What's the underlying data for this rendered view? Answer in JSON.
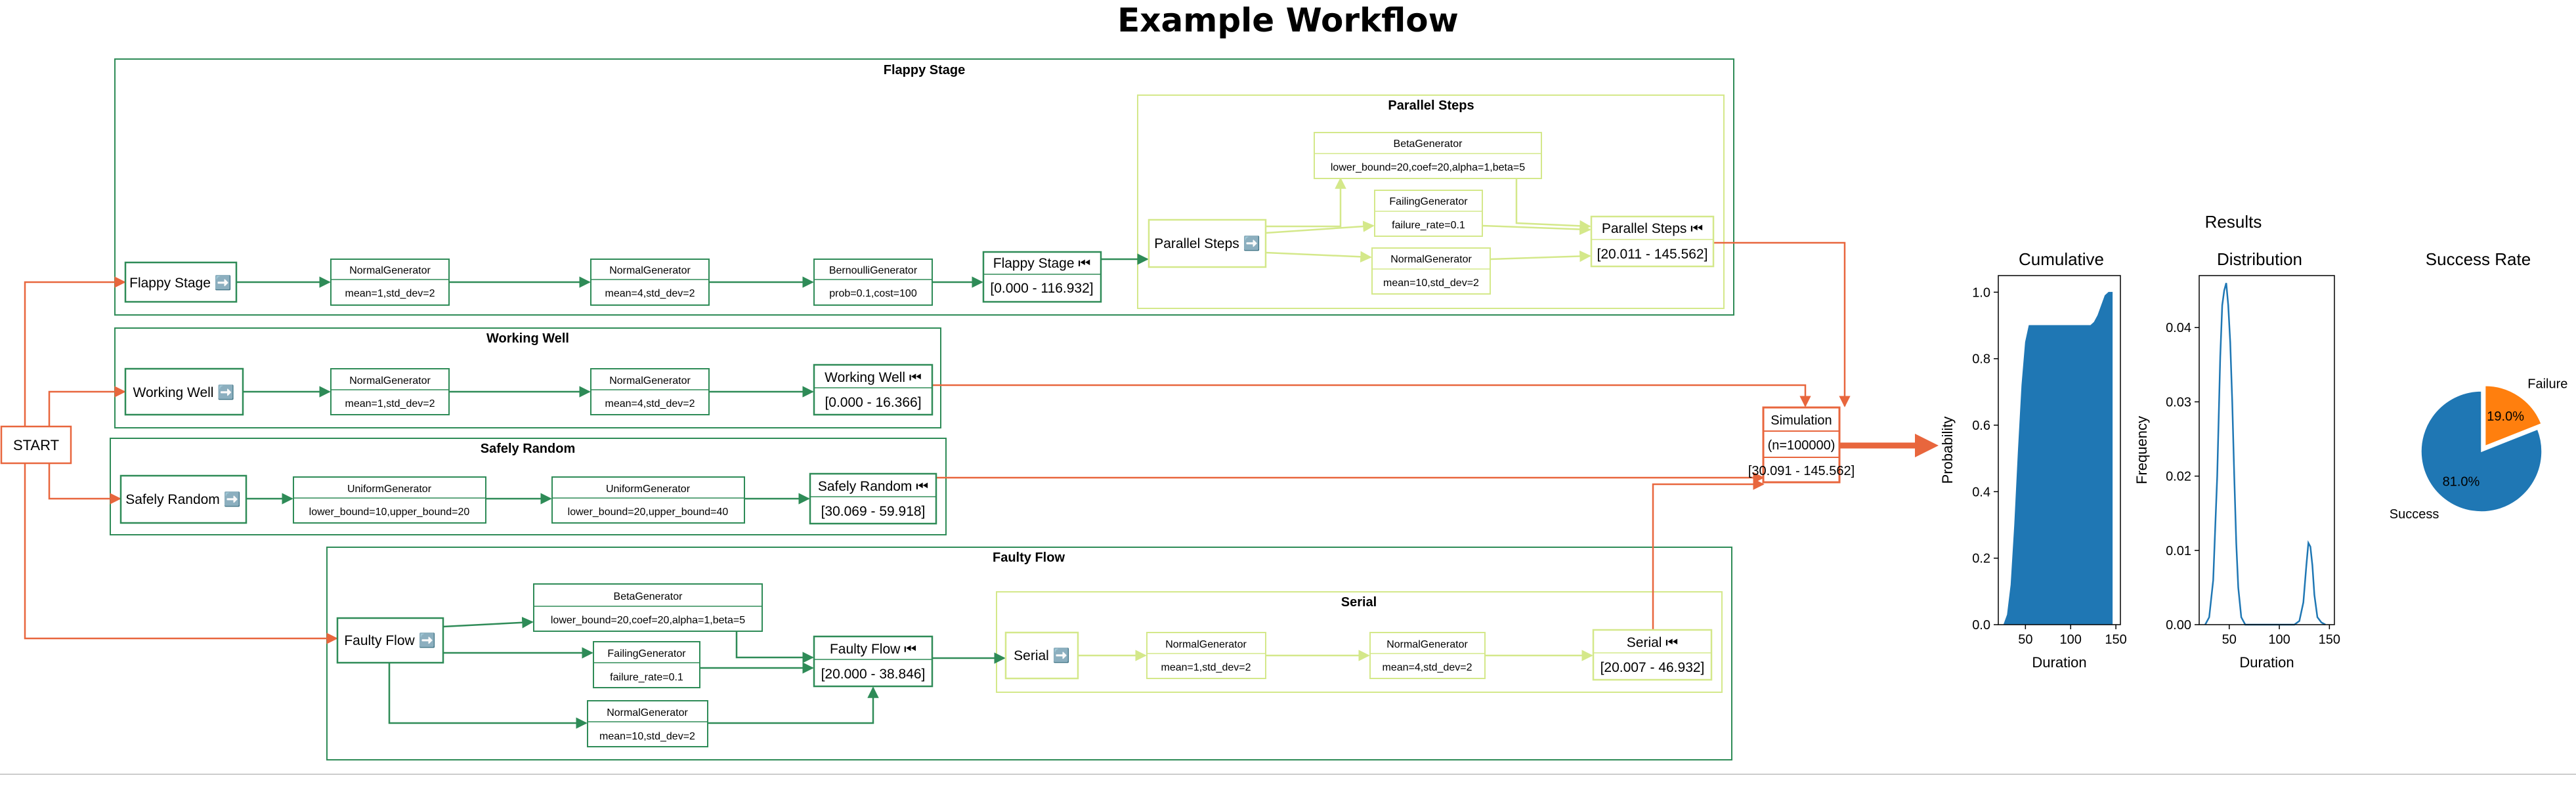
{
  "title": "Example Workflow",
  "start_label": "START",
  "colors": {
    "green": "#2e8b57",
    "light": "#d4e88a",
    "orange": "#e8663d",
    "blue": "#1f77b4",
    "failure": "#ff7f0e"
  },
  "groups": {
    "flappy": "Flappy Stage",
    "parallel": "Parallel Steps",
    "working": "Working Well",
    "safely": "Safely Random",
    "faulty": "Faulty Flow",
    "serial": "Serial"
  },
  "nodes": {
    "flappy_start": "Flappy Stage ➡️",
    "flappy_g1_name": "NormalGenerator",
    "flappy_g1_params": "mean=1,std_dev=2",
    "flappy_g2_name": "NormalGenerator",
    "flappy_g2_params": "mean=4,std_dev=2",
    "flappy_g3_name": "BernoulliGenerator",
    "flappy_g3_params": "prob=0.1,cost=100",
    "flappy_end": "Flappy Stage ⏮",
    "flappy_range": "[0.000 - 116.932]",
    "parallel_start": "Parallel Steps ➡️",
    "parallel_beta_name": "BetaGenerator",
    "parallel_beta_params": "lower_bound=20,coef=20,alpha=1,beta=5",
    "parallel_fail_name": "FailingGenerator",
    "parallel_fail_params": "failure_rate=0.1",
    "parallel_norm_name": "NormalGenerator",
    "parallel_norm_params": "mean=10,std_dev=2",
    "parallel_end": "Parallel Steps ⏮",
    "parallel_range": "[20.011 - 145.562]",
    "working_start": "Working Well ➡️",
    "working_g1_name": "NormalGenerator",
    "working_g1_params": "mean=1,std_dev=2",
    "working_g2_name": "NormalGenerator",
    "working_g2_params": "mean=4,std_dev=2",
    "working_end": "Working Well ⏮",
    "working_range": "[0.000 - 16.366]",
    "safely_start": "Safely Random ➡️",
    "safely_g1_name": "UniformGenerator",
    "safely_g1_params": "lower_bound=10,upper_bound=20",
    "safely_g2_name": "UniformGenerator",
    "safely_g2_params": "lower_bound=20,upper_bound=40",
    "safely_end": "Safely Random ⏮",
    "safely_range": "[30.069 - 59.918]",
    "faulty_start": "Faulty Flow ➡️",
    "faulty_beta_name": "BetaGenerator",
    "faulty_beta_params": "lower_bound=20,coef=20,alpha=1,beta=5",
    "faulty_fail_name": "FailingGenerator",
    "faulty_fail_params": "failure_rate=0.1",
    "faulty_norm_name": "NormalGenerator",
    "faulty_norm_params": "mean=10,std_dev=2",
    "faulty_end": "Faulty Flow ⏮",
    "faulty_range": "[20.000 - 38.846]",
    "serial_start": "Serial ➡️",
    "serial_g1_name": "NormalGenerator",
    "serial_g1_params": "mean=1,std_dev=2",
    "serial_g2_name": "NormalGenerator",
    "serial_g2_params": "mean=4,std_dev=2",
    "serial_end": "Serial ⏮",
    "serial_range": "[20.007 - 46.932]",
    "sim_title": "Simulation",
    "sim_n": "(n=100000)",
    "sim_range": "[30.091 - 145.562]"
  },
  "results": {
    "title": "Results",
    "cumulative_title": "Cumulative",
    "distribution_title": "Distribution",
    "success_title": "Success Rate"
  },
  "chart_data": [
    {
      "type": "area",
      "title": "Cumulative",
      "xlabel": "Duration",
      "ylabel": "Probability",
      "xlim": [
        20,
        155
      ],
      "ylim": [
        0,
        1.05
      ],
      "xticks": [
        50,
        100,
        150
      ],
      "yticks": [
        0.0,
        0.2,
        0.4,
        0.6,
        0.8,
        1.0
      ],
      "x": [
        26,
        30,
        34,
        38,
        42,
        46,
        50,
        54,
        56,
        60,
        80,
        100,
        110,
        118,
        122,
        126,
        130,
        134,
        138,
        142,
        146
      ],
      "y": [
        0.0,
        0.03,
        0.12,
        0.3,
        0.52,
        0.72,
        0.85,
        0.9,
        0.9,
        0.9,
        0.9,
        0.9,
        0.9,
        0.9,
        0.9,
        0.91,
        0.93,
        0.96,
        0.99,
        1.0,
        1.0
      ]
    },
    {
      "type": "line",
      "title": "Distribution",
      "xlabel": "Duration",
      "ylabel": "Frequency",
      "xlim": [
        20,
        155
      ],
      "ylim": [
        0,
        0.047
      ],
      "xticks": [
        50,
        100,
        150
      ],
      "yticks": [
        0.0,
        0.01,
        0.02,
        0.03,
        0.04
      ],
      "x": [
        26,
        30,
        34,
        38,
        41,
        43,
        45,
        47,
        49,
        51,
        53,
        55,
        57,
        59,
        62,
        66,
        70,
        115,
        120,
        124,
        127,
        129,
        131,
        133,
        135,
        138,
        142,
        146
      ],
      "y": [
        0.0,
        0.001,
        0.006,
        0.02,
        0.036,
        0.043,
        0.045,
        0.046,
        0.043,
        0.038,
        0.03,
        0.02,
        0.011,
        0.005,
        0.001,
        0.0,
        0.0,
        0.0,
        0.0005,
        0.003,
        0.008,
        0.011,
        0.0105,
        0.008,
        0.004,
        0.001,
        0.0003,
        0.0
      ]
    },
    {
      "type": "pie",
      "title": "Success Rate",
      "labels": [
        "Failure",
        "Success"
      ],
      "values": [
        19.0,
        81.0
      ],
      "value_labels": [
        "19.0%",
        "81.0%"
      ]
    }
  ]
}
